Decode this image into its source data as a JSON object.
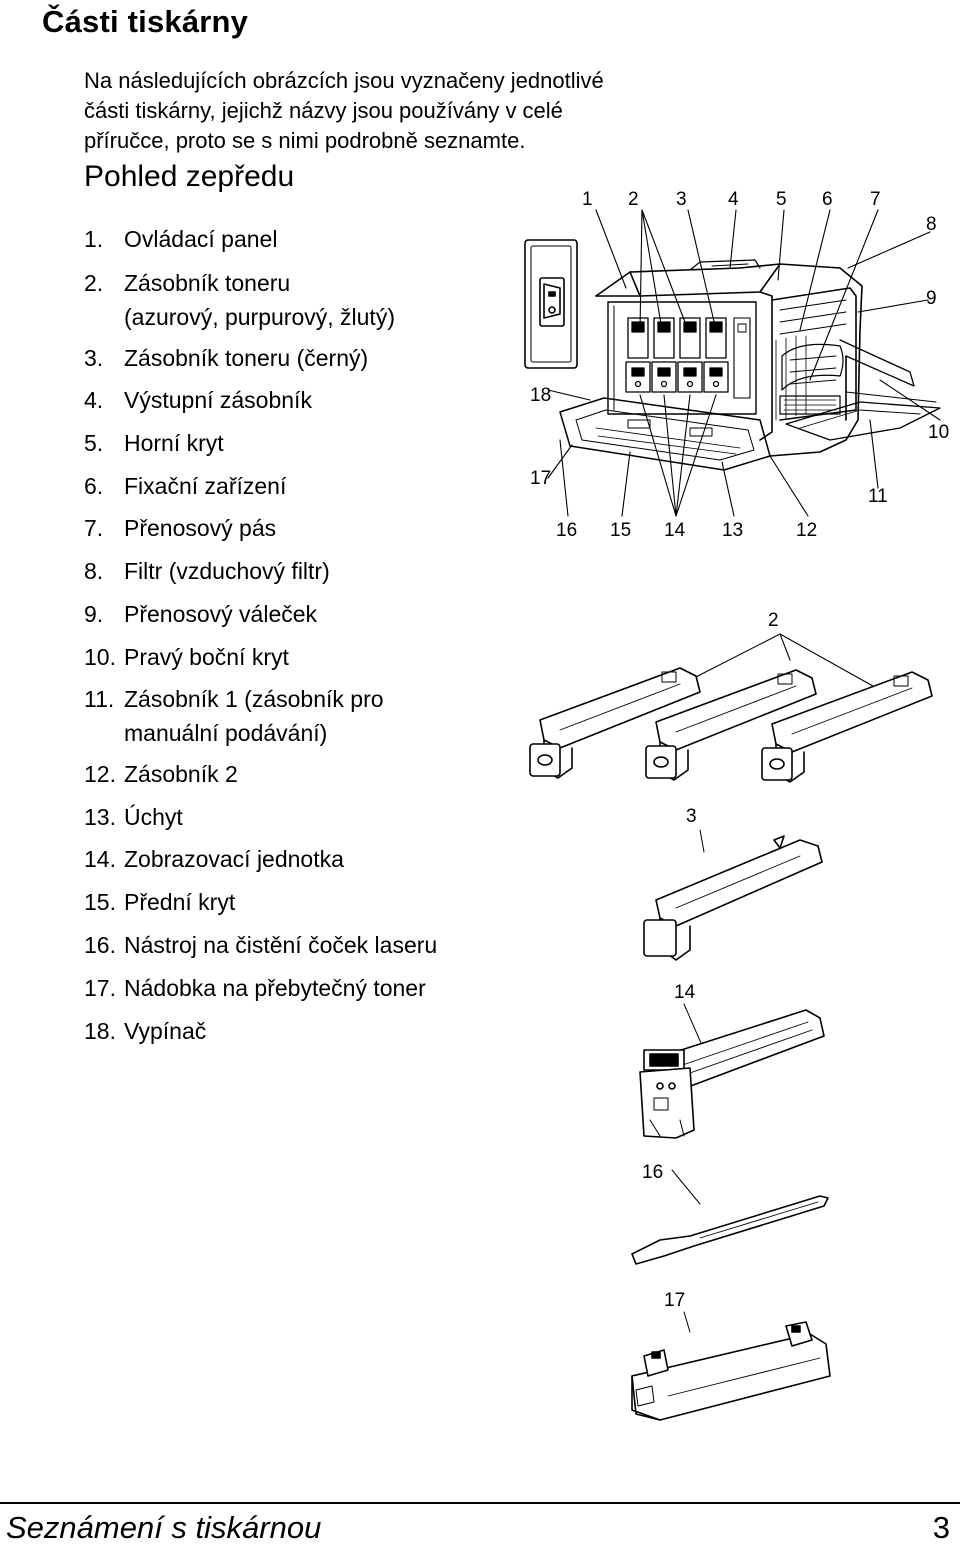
{
  "page": {
    "title": "Části tiskárny",
    "intro": "Na následujících obrázcích jsou vyznačeny jednotlivé části tiskárny, jejichž názvy jsou používány v celé příručce, proto se s nimi podrobně seznamte.",
    "section_title": "Pohled zepředu"
  },
  "parts": [
    {
      "num": "1.",
      "label": "Ovládací panel"
    },
    {
      "num": "2.",
      "label": "Zásobník toneru\n(azurový, purpurový, žlutý)"
    },
    {
      "num": "3.",
      "label": "Zásobník toneru (černý)"
    },
    {
      "num": "4.",
      "label": "Výstupní zásobník"
    },
    {
      "num": "5.",
      "label": "Horní kryt"
    },
    {
      "num": "6.",
      "label": "Fixační zařízení"
    },
    {
      "num": "7.",
      "label": "Přenosový pás"
    },
    {
      "num": "8.",
      "label": "Filtr (vzduchový filtr)"
    },
    {
      "num": "9.",
      "label": "Přenosový váleček"
    },
    {
      "num": "10.",
      "label": "Pravý boční kryt"
    },
    {
      "num": "11.",
      "label": "Zásobník 1 (zásobník pro\nmanuální podávání)"
    },
    {
      "num": "12.",
      "label": "Zásobník 2"
    },
    {
      "num": "13.",
      "label": "Úchyt"
    },
    {
      "num": "14.",
      "label": "Zobrazovací jednotka"
    },
    {
      "num": "15.",
      "label": "Přední kryt"
    },
    {
      "num": "16.",
      "label": "Nástroj na čistění čoček laseru"
    },
    {
      "num": "17.",
      "label": "Nádobka na přebytečný toner"
    },
    {
      "num": "18.",
      "label": "Vypínač"
    }
  ],
  "callouts": {
    "top": [
      "1",
      "2",
      "3",
      "4",
      "5",
      "6",
      "7"
    ],
    "right": [
      "8",
      "9",
      "10",
      "11"
    ],
    "bottom": [
      "16",
      "15",
      "14",
      "13",
      "12"
    ],
    "left": [
      "18",
      "17"
    ],
    "toner_cmy": "2",
    "toner_black": "3",
    "imaging_unit": "14",
    "laser_tool": "16",
    "waste_box": "17"
  },
  "footer": {
    "title": "Seznámení s tiskárnou",
    "page": "3"
  }
}
